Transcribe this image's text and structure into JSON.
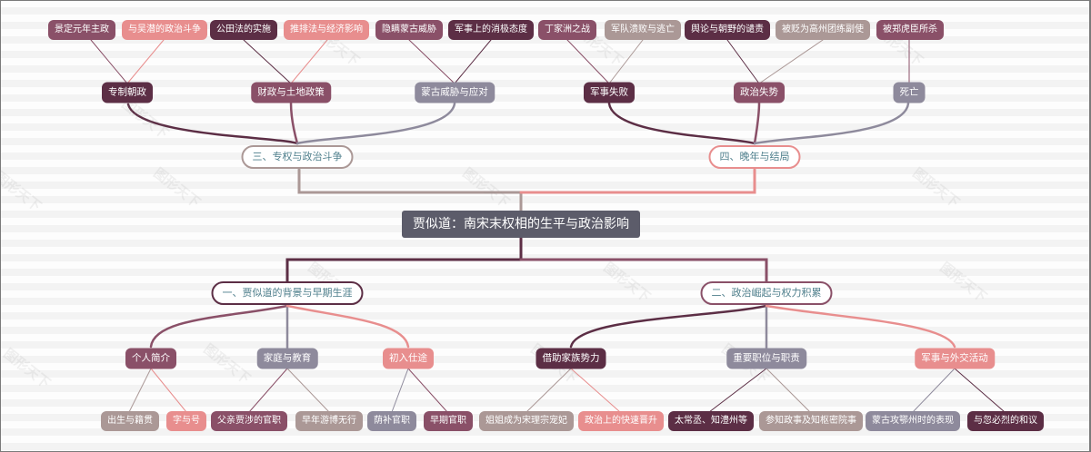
{
  "colors": {
    "dark_plum": "#5c2e45",
    "mauve": "#8a5068",
    "salmon": "#e88e8e",
    "lilac_gray": "#8e8a9c",
    "taupe": "#ab9896",
    "root_bg": "#5c5c6a",
    "branch_text": "#4f7f8c"
  },
  "root": {
    "label": "贾似道：南宋末权相的生平与政治影响"
  },
  "watermark": "图形天下",
  "branches": [
    {
      "id": "b3",
      "label": "三、专权与政治斗争",
      "children": [
        {
          "label": "专制朝政",
          "leaves": [
            {
              "label": "景定元年主政"
            },
            {
              "label": "与吴潜的政治斗争"
            }
          ]
        },
        {
          "label": "财政与土地政策",
          "leaves": [
            {
              "label": "公田法的实施"
            },
            {
              "label": "推排法与经济影响"
            }
          ]
        },
        {
          "label": "蒙古威胁与应对",
          "leaves": [
            {
              "label": "隐瞒蒙古威胁"
            },
            {
              "label": "军事上的消极态度"
            }
          ]
        }
      ]
    },
    {
      "id": "b4",
      "label": "四、晚年与结局",
      "children": [
        {
          "label": "军事失败",
          "leaves": [
            {
              "label": "丁家洲之战"
            },
            {
              "label": "军队溃败与逃亡"
            }
          ]
        },
        {
          "label": "政治失势",
          "leaves": [
            {
              "label": "舆论与朝野的谴责"
            },
            {
              "label": "被贬为高州团练副使"
            }
          ]
        },
        {
          "label": "死亡",
          "leaves": [
            {
              "label": "被郑虎臣所杀"
            }
          ]
        }
      ]
    },
    {
      "id": "b1",
      "label": "一、贾似道的背景与早期生涯",
      "children": [
        {
          "label": "个人简介",
          "leaves": [
            {
              "label": "出生与籍贯"
            },
            {
              "label": "字与号"
            }
          ]
        },
        {
          "label": "家庭与教育",
          "leaves": [
            {
              "label": "父亲贾涉的官职"
            },
            {
              "label": "早年游博无行"
            }
          ]
        },
        {
          "label": "初入仕途",
          "leaves": [
            {
              "label": "荫补官职"
            },
            {
              "label": "早期官职"
            }
          ]
        }
      ]
    },
    {
      "id": "b2",
      "label": "二、政治崛起与权力积累",
      "children": [
        {
          "label": "借助家族势力",
          "leaves": [
            {
              "label": "姐姐成为宋理宗宠妃"
            },
            {
              "label": "政治上的快速晋升"
            }
          ]
        },
        {
          "label": "重要职位与职责",
          "leaves": [
            {
              "label": "太常丞、知澧州等"
            },
            {
              "label": "参知政事及知枢密院事"
            }
          ]
        },
        {
          "label": "军事与外交活动",
          "leaves": [
            {
              "label": "蒙古攻鄂州时的表现"
            },
            {
              "label": "与忽必烈的和议"
            }
          ]
        }
      ]
    }
  ]
}
